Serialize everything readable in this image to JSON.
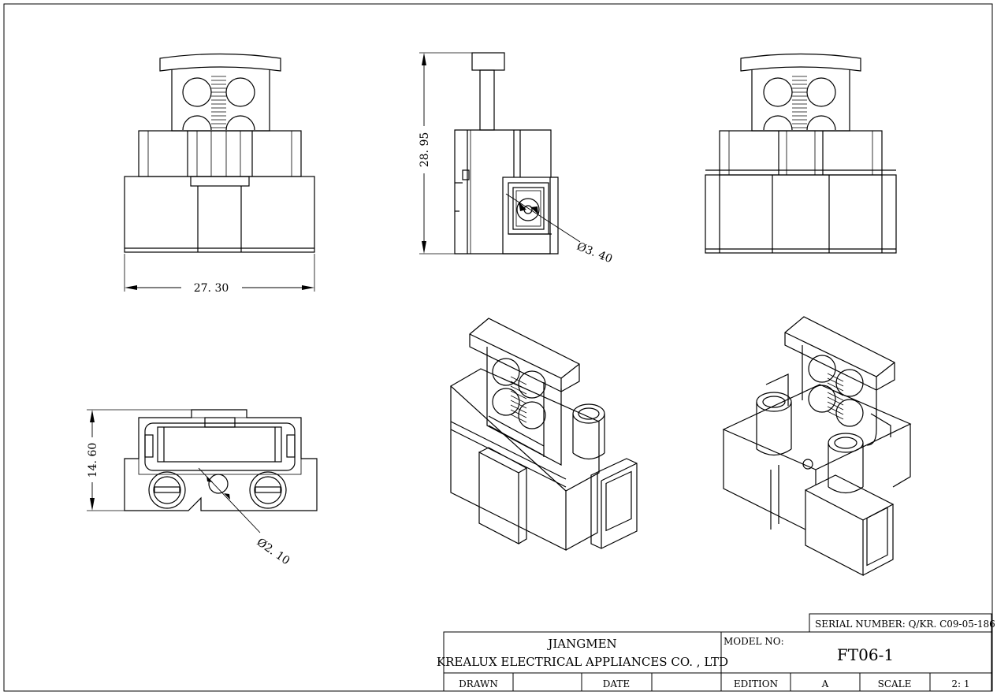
{
  "dimensions": {
    "width": "27. 30",
    "height": "28. 95",
    "hole_large": "Ø3. 40",
    "depth": "14. 60",
    "hole_small": "Ø2. 10"
  },
  "title_block": {
    "serial_number": "SERIAL NUMBER: Q/KR. C09-05-186",
    "company_line1": "JIANGMEN",
    "company_line2": "KREALUX ELECTRICAL APPLIANCES CO. , LTD",
    "model_label": "MODEL NO:",
    "model_value": "FT06-1",
    "drawn_label": "DRAWN",
    "date_label": "DATE",
    "edition_label": "EDITION",
    "edition_value": "A",
    "scale_label": "SCALE",
    "scale_value": "2: 1"
  }
}
